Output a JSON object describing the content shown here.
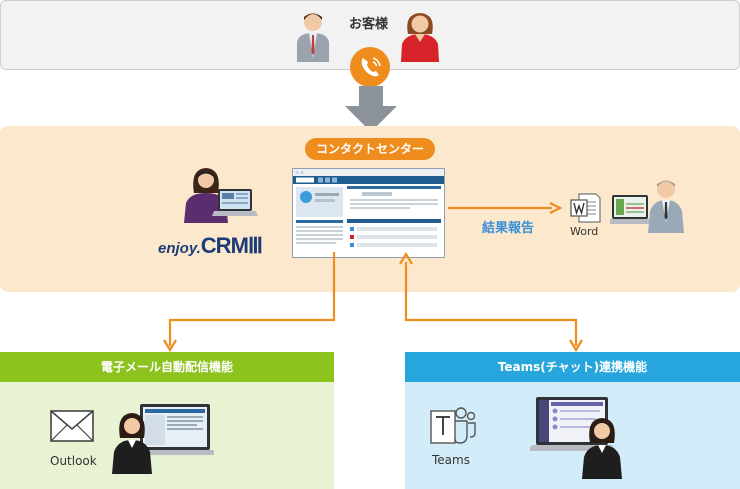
{
  "customer": {
    "label": "お客様"
  },
  "contact_center": {
    "label": "コンタクトセンター"
  },
  "logo": {
    "enjoy": "enjoy.",
    "crm": "CRM",
    "roman": "Ⅲ"
  },
  "report": {
    "label": "結果報告",
    "word_label": "Word"
  },
  "email_box": {
    "title": "電子メール自動配信機能",
    "outlook_label": "Outlook"
  },
  "teams_box": {
    "title": "Teams(チャット)連携機能",
    "teams_label": "Teams"
  },
  "colors": {
    "orange": "#ef8c1e",
    "green": "#8cc31e",
    "blue": "#27a6dd",
    "band": "#fce9cd"
  }
}
